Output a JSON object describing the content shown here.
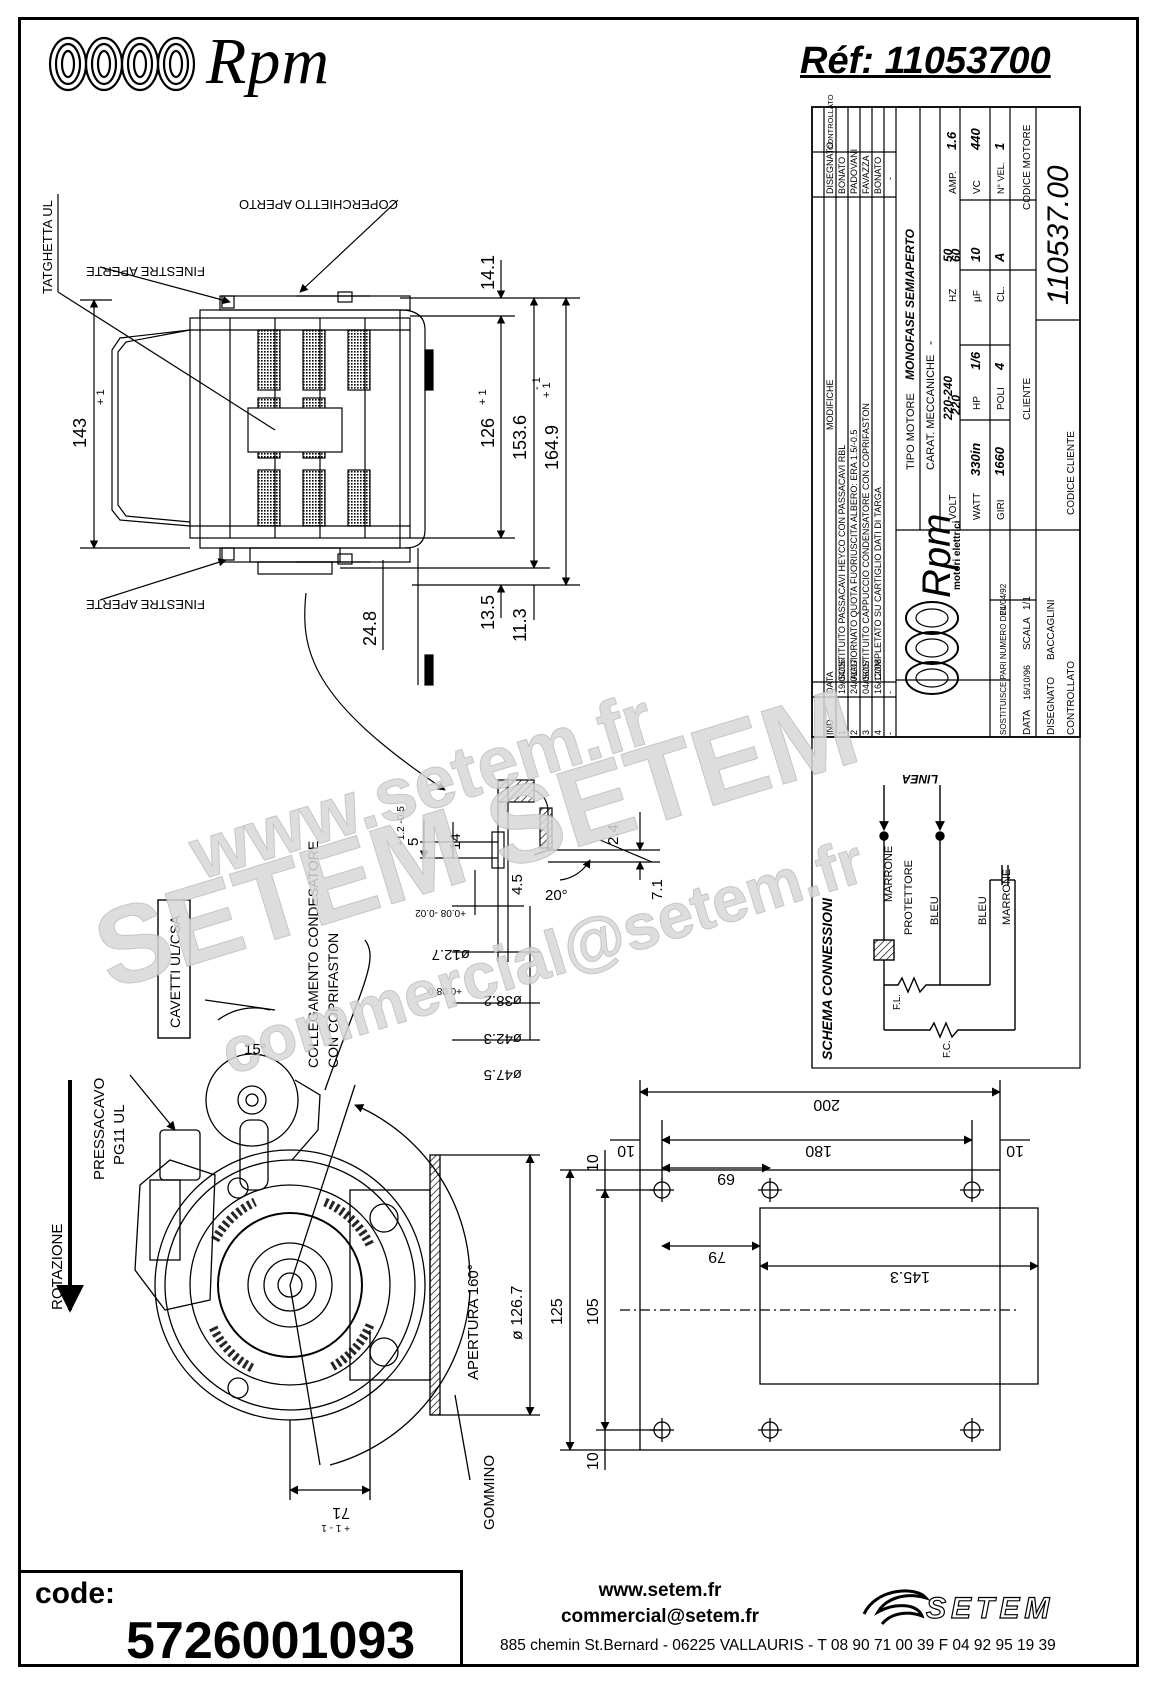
{
  "header": {
    "brand": "Rpm",
    "reference": "Réf: 11053700"
  },
  "drawing": {
    "side_view": {
      "labels": {
        "tag": "TATGHETTA UL",
        "cover": "COPERCHIETTO APERTO",
        "windows_top": "FINESTRE APERTE",
        "windows_bottom": "FINESTRE APERTE"
      },
      "dimensions": {
        "d143": "143",
        "d126": "126",
        "d153_6": "153.6",
        "d164_9": "164.9",
        "d14_1": "14.1",
        "d13_5": "13.5",
        "d11_3": "11.3",
        "d24_8": "24.8",
        "tol_plus1": "+ 1",
        "tol_minus1": "- 1"
      }
    },
    "shaft_detail": {
      "dimensions": {
        "d5": "5",
        "d5_tol": "+1.2 -0.5",
        "d14": "14",
        "d2_4": "2.4",
        "d4_5": "4.5",
        "d7_1": "7.1",
        "d20deg": "20°",
        "d12_7": "ø12.7",
        "d12_7_tol": "+0.08 -0.02",
        "d38_2": "ø38.2",
        "d38_2_tol": "+0.08 0",
        "d42_3": "ø42.3",
        "d47_5": "ø47.5"
      },
      "labels": {
        "capacitor_line1": "COLLEGAMENTO CONDESATORE",
        "capacitor_line2": "CON COPRIFASTON",
        "cables": "CAVETTI UL/CSA"
      }
    },
    "front_view": {
      "labels": {
        "gland_line1": "PRESSACAVO",
        "gland_line2": "PG11 UL",
        "rotation": "ROTAZIONE",
        "opening": "APERTURA 160°",
        "grommet": "GOMMINO",
        "angle": "15°"
      },
      "dimensions": {
        "d126_7": "ø 126.7",
        "d71": "71",
        "tol": "+ 1 - 1"
      }
    },
    "base_view": {
      "dimensions": {
        "d200": "200",
        "d180": "180",
        "d10_left": "10",
        "d10_right": "10",
        "d69": "69",
        "d79": "79",
        "d145_3": "145.3",
        "d125": "125",
        "d105": "105",
        "d10_top": "10",
        "d10_bottom": "10"
      }
    },
    "title_block": {
      "revisions_header": [
        "IND",
        "DATA",
        "MODIFICHE",
        "DISEGNATO",
        "CONTROLLATO"
      ],
      "revisions": [
        {
          "ind": "1",
          "date": "19/04/06",
          "text": "SOSTITUITO PASSACAVI HEYCO CON PASSACAVI RBL",
          "drawn": "BONATO"
        },
        {
          "ind": "2",
          "date": "24/01/07",
          "text": "AGGIORNATO QUOTA FUORIUSCITA ALBERO: ERA 1.5/-0.5",
          "drawn": "PADOVANI"
        },
        {
          "ind": "3",
          "date": "04/06/07",
          "text": "SOSTITUITO CAPPUCCIO CONDENSATORE CON COPRIFASTON",
          "drawn": "FAVAZZA"
        },
        {
          "ind": "4",
          "date": "16/12/08",
          "text": "COMPLETATO SU CARTIGLIO DATI DI TARGA",
          "drawn": "BONATO"
        }
      ],
      "rev_dashes": "-",
      "company_logo": "Rpm",
      "company_sub": "motori elettrici",
      "tipo_motore_label": "TIPO MOTORE",
      "tipo_motore": "MONOFASE SEMIAPERTO",
      "carat_label": "CARAT. MECCANICHE",
      "carat_value": "-",
      "volt_label": "VOLT",
      "volt": "220-240",
      "volt2": "220",
      "hz_label": "HZ",
      "hz": "50",
      "hz2": "60",
      "amp_label": "AMP.",
      "amp": "1.6",
      "watt_label": "WATT",
      "watt": "330in",
      "hp_label": "HP",
      "hp": "1/6",
      "uf_label": "µF",
      "uf": "10",
      "vc_label": "VC",
      "vc": "440",
      "giri_label": "GIRI",
      "giri": "1660",
      "poli_label": "POLI",
      "poli": "4",
      "cl_label": "CL.",
      "cl": "A",
      "nvel_label": "N° VEL.",
      "nvel": "1",
      "sost_label": "SOSTITUISCE PARI NUMERO DEL",
      "sost_date": "24/04/92",
      "data_label": "DATA",
      "data_value": "16/10/96",
      "scala_label": "SCALA",
      "scala": "1/1",
      "disegnato_label": "DISEGNATO",
      "disegnato": "BACCAGLINI",
      "controllato_label": "CONTROLLATO",
      "cliente_label": "CLIENTE",
      "codice_cliente_label": "CODICE CLIENTE",
      "codice_motore_label": "CODICE MOTORE",
      "codice_motore": "110537.00"
    },
    "wiring": {
      "title": "SCHEMA CONNESSIONI",
      "linea": "LINEA",
      "marrone": "MARRONE",
      "protettore": "PROTETTORE",
      "bleu1": "BLEU",
      "bleu2": "BLEU",
      "marrone2": "MARRONE",
      "fl": "F.L.",
      "fc": "F.C."
    }
  },
  "watermark": {
    "line1": "www.setem.fr",
    "line2": "SETEM SETEM",
    "line3": "commercial@setem.fr"
  },
  "footer": {
    "code_label": "code:",
    "code_value": "5726001093",
    "website": "www.setem.fr",
    "email": "commercial@setem.fr",
    "address": "885 chemin St.Bernard  -  06225 VALLAURIS  -  T 08 90 71 00 39  F 04 92 95 19 39",
    "logo_text": "SETEM"
  }
}
